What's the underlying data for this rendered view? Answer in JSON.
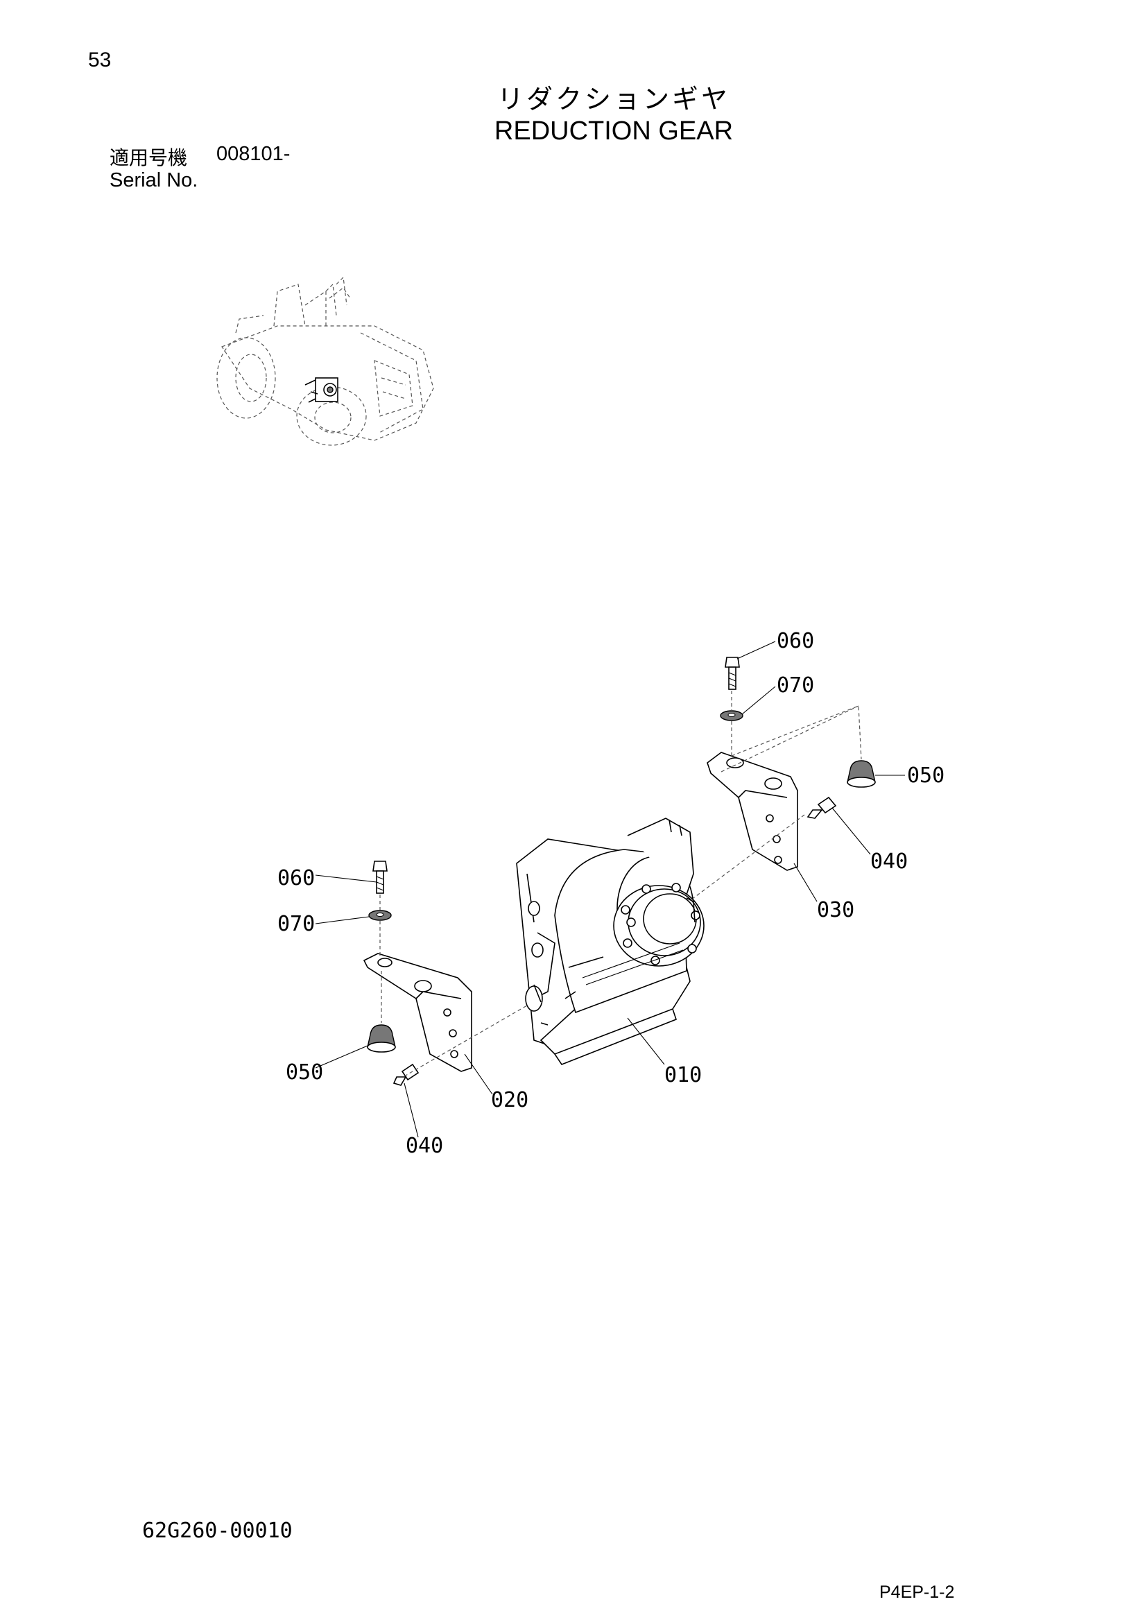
{
  "page": {
    "number": "53",
    "title_jp": "リダクションギヤ",
    "title_en": "REDUCTION GEAR",
    "serial_label_jp": "適用号機",
    "serial_value": "008101-",
    "serial_label_en": "Serial No.",
    "doc_code": "62G260-00010",
    "sheet_code": "P4EP-1-2"
  },
  "callouts": {
    "c060a": "060",
    "c070a": "070",
    "c050a": "050",
    "c040a": "040",
    "c030": "030",
    "c060b": "060",
    "c070b": "070",
    "c050b": "050",
    "c020": "020",
    "c040b": "040",
    "c010": "010"
  },
  "icons": {
    "locator": "machine-locator-icon",
    "assembly": "reduction-gear-assembly-icon"
  }
}
